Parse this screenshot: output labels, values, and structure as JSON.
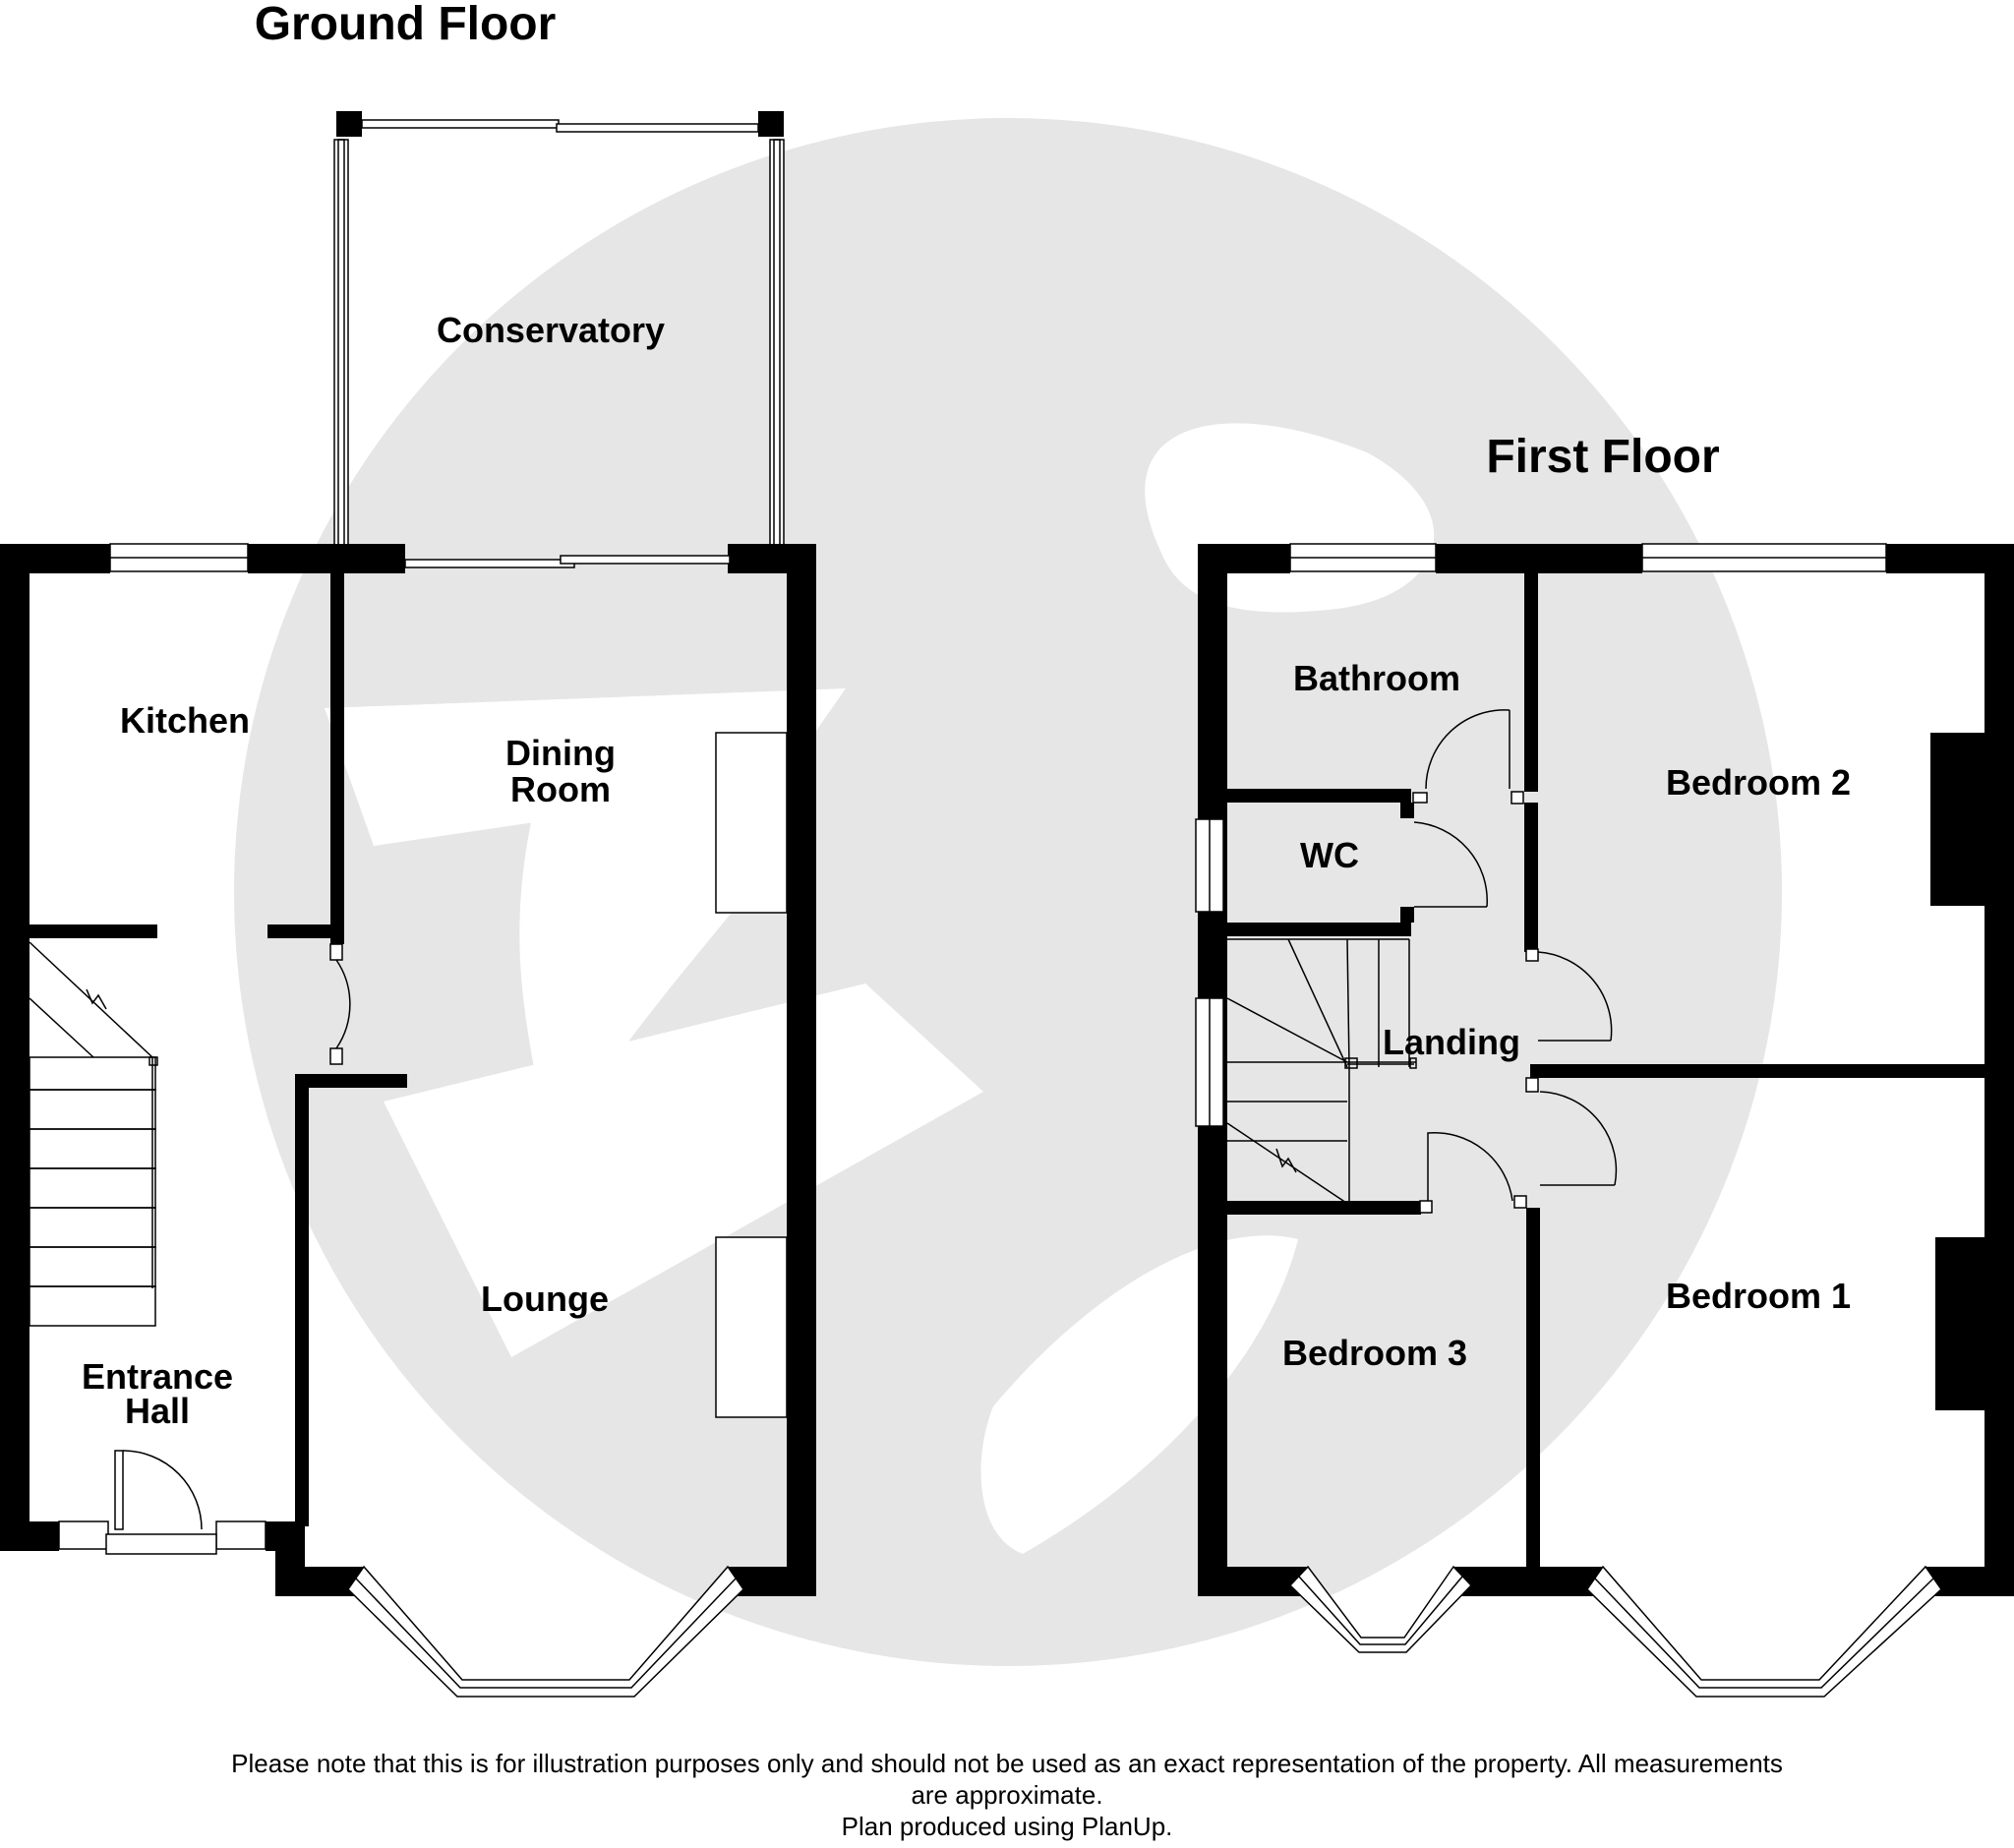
{
  "floors": {
    "ground": {
      "title": "Ground Floor",
      "rooms": {
        "conservatory": "Conservatory",
        "kitchen": "Kitchen",
        "dining_1": "Dining",
        "dining_2": "Room",
        "lounge": "Lounge",
        "hall_1": "Entrance",
        "hall_2": "Hall"
      }
    },
    "first": {
      "title": "First Floor",
      "rooms": {
        "bathroom": "Bathroom",
        "wc": "WC",
        "landing": "Landing",
        "bedroom2": "Bedroom 2",
        "bedroom1": "Bedroom 1",
        "bedroom3": "Bedroom 3"
      }
    }
  },
  "disclaimer": {
    "line1": "Please note that this is for illustration purposes only and should not be used as an exact representation of the property. All measurements",
    "line2": "are approximate.",
    "line3": "Plan produced using PlanUp."
  },
  "colors": {
    "wall": "#000000",
    "watermark": "#e6e6e6",
    "background": "#ffffff"
  }
}
